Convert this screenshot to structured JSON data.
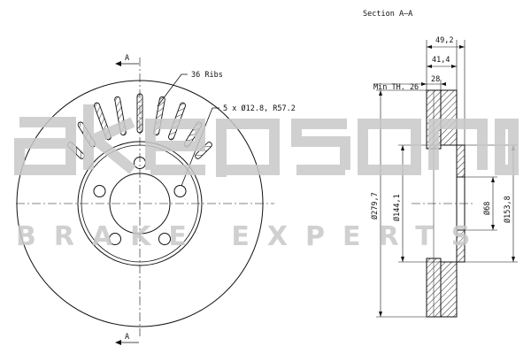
{
  "drawing": {
    "section_title": "Section A–A",
    "section_marker_top": "A",
    "section_marker_bottom": "A",
    "ribs_label": "36 Ribs",
    "holes_label": "5 x Ø12.8, R57.2",
    "min_thickness": "Min TH. 26",
    "dims": {
      "overall_width": "49,2",
      "hat_width": "41,4",
      "disc_thickness": "28",
      "outer_diameter": "Ø279,7",
      "hat_outer_diameter": "Ø144,1",
      "center_bore": "Ø68",
      "hat_diameter": "Ø153,8"
    }
  },
  "watermark": {
    "logo_text": "akebono",
    "tagline": "BRAKE EXPERTS",
    "color": "#c8c8c8"
  },
  "colors": {
    "line": "#111111",
    "watermark": "#c8c8c8"
  }
}
